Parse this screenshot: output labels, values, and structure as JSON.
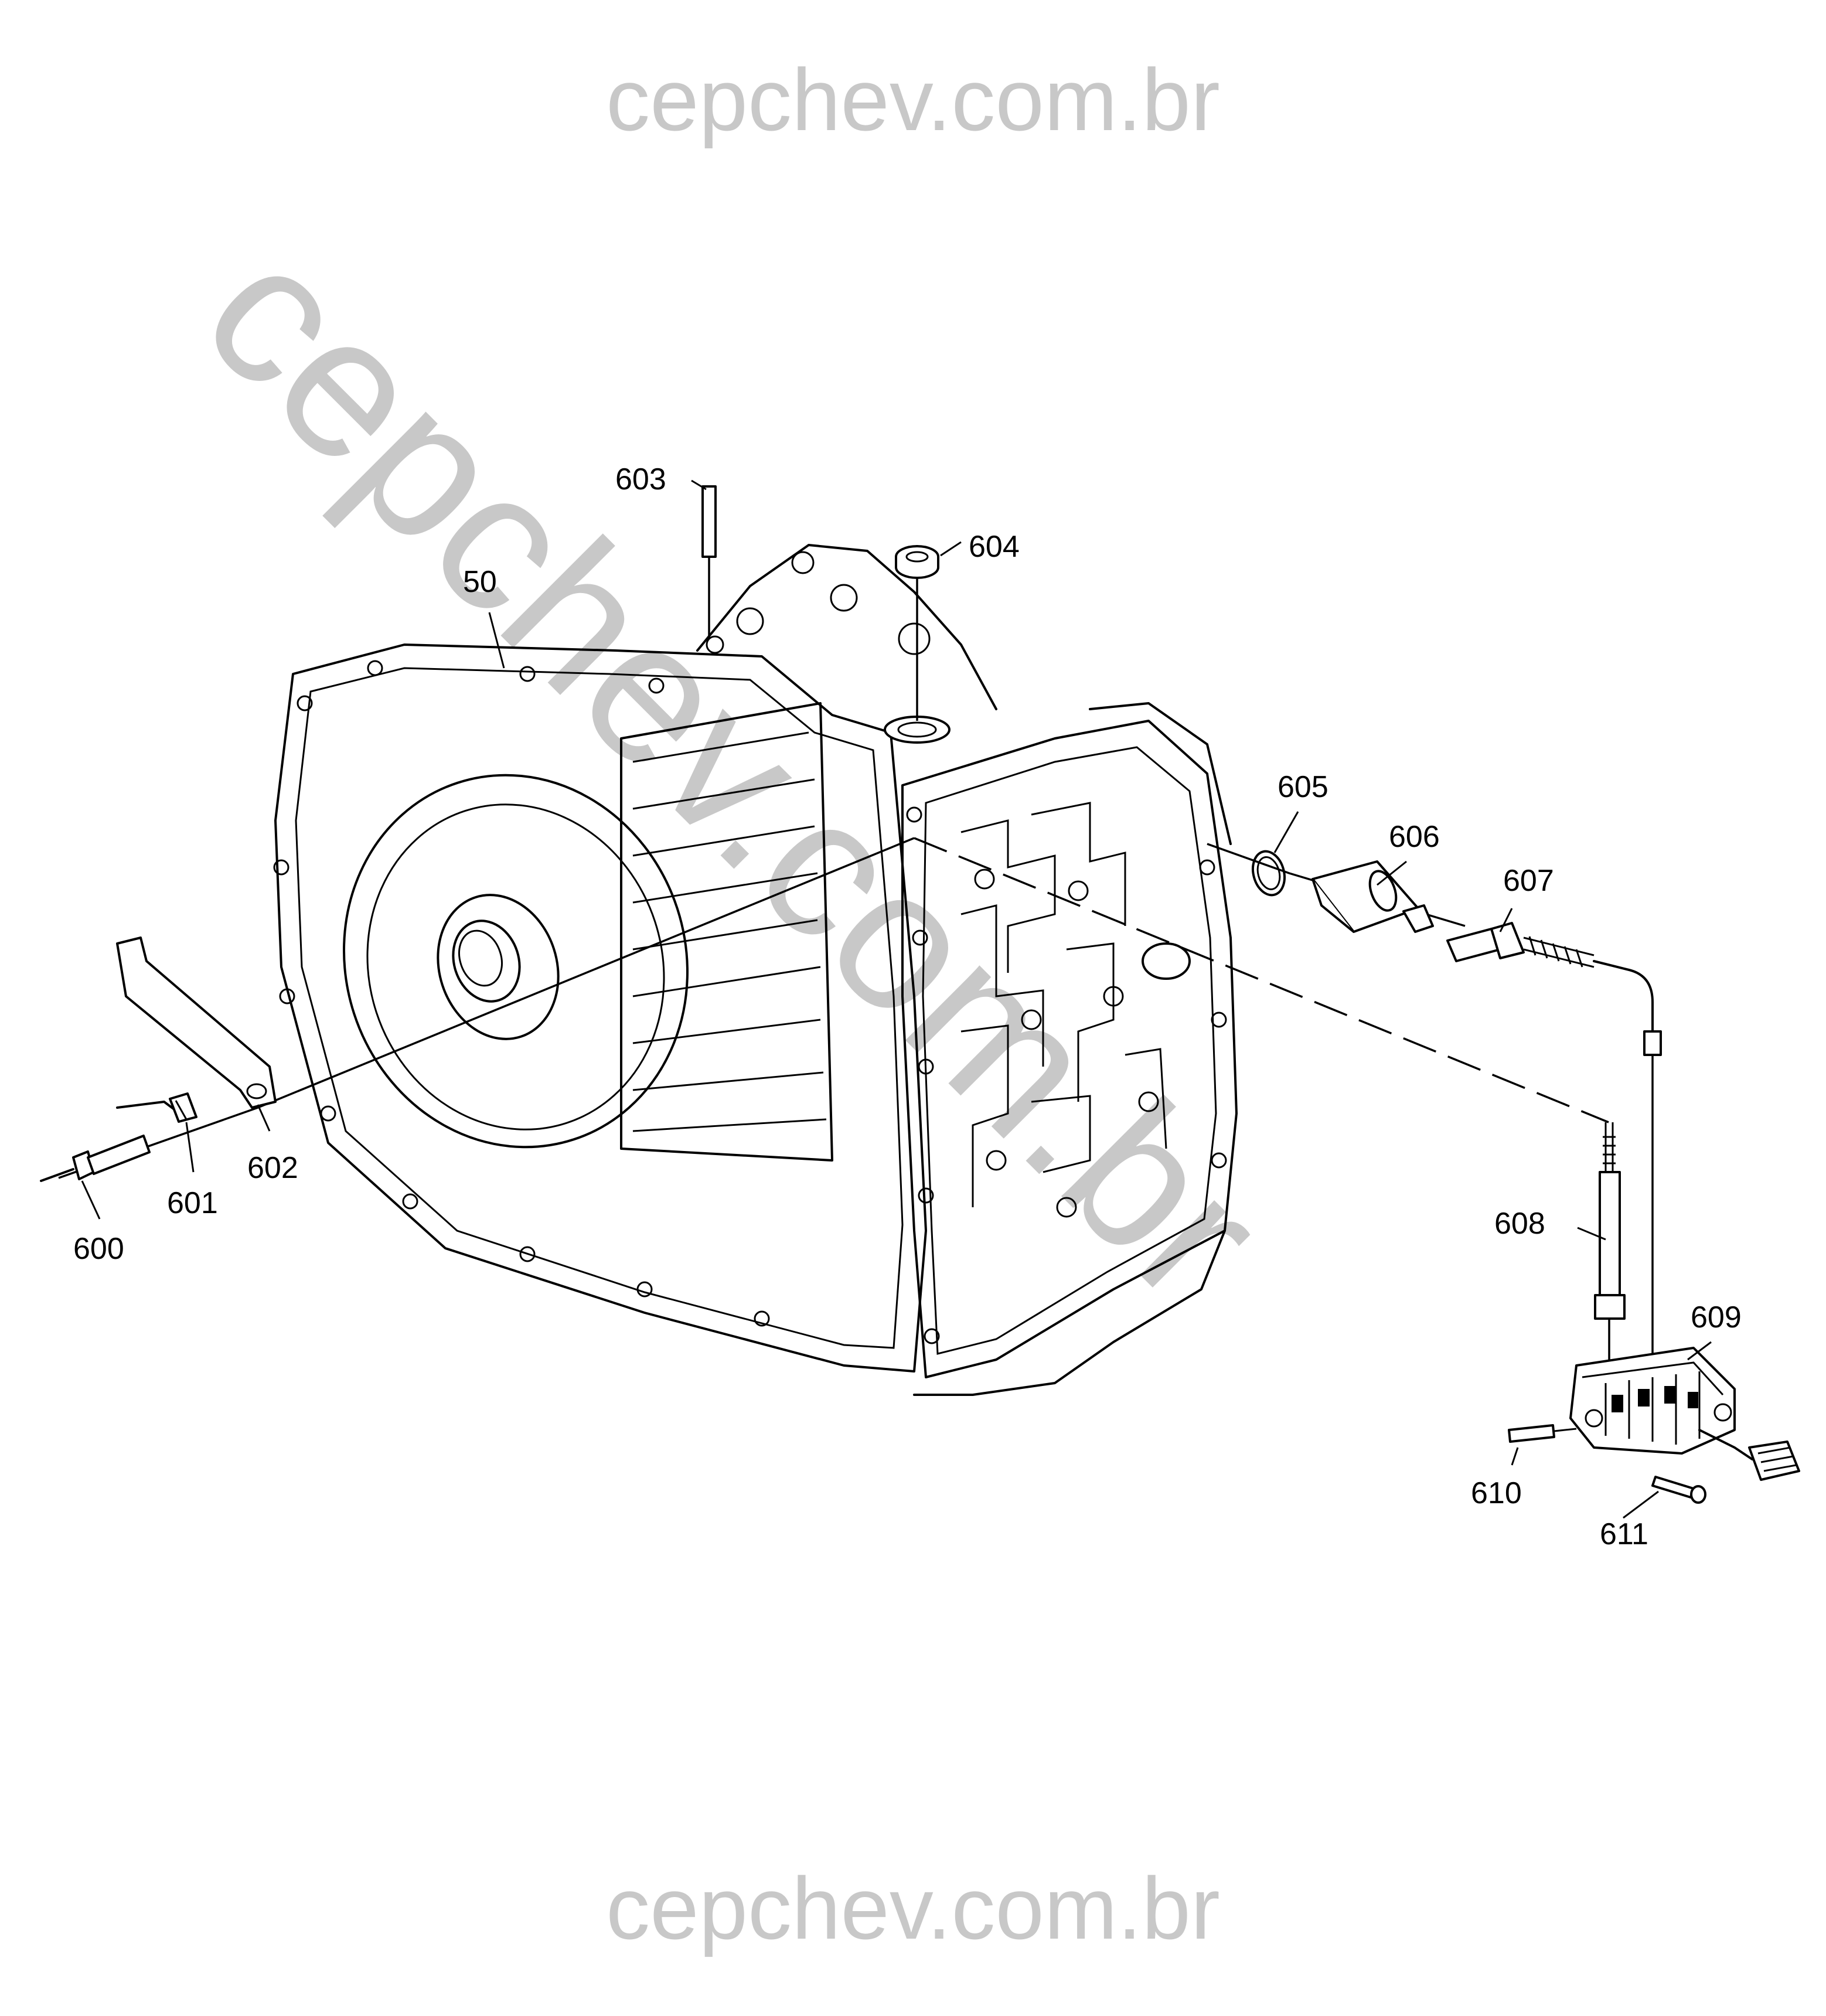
{
  "watermark": {
    "top": "cepchev.com.br",
    "bottom": "cepchev.com.br",
    "diagonal": "cepchev.com.br"
  },
  "callouts": [
    {
      "id": "50",
      "text": "50"
    },
    {
      "id": "600",
      "text": "600"
    },
    {
      "id": "601",
      "text": "601"
    },
    {
      "id": "602",
      "text": "602"
    },
    {
      "id": "603",
      "text": "603"
    },
    {
      "id": "604",
      "text": "604"
    },
    {
      "id": "605",
      "text": "605"
    },
    {
      "id": "606",
      "text": "606"
    },
    {
      "id": "607",
      "text": "607"
    },
    {
      "id": "608",
      "text": "608"
    },
    {
      "id": "609",
      "text": "609"
    },
    {
      "id": "610",
      "text": "610"
    },
    {
      "id": "611",
      "text": "611"
    }
  ]
}
